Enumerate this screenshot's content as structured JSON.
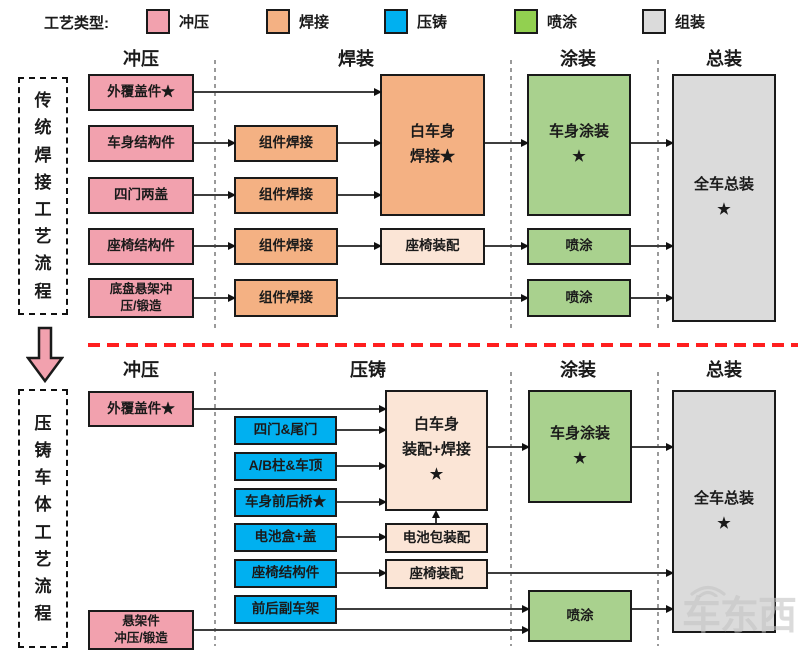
{
  "legend": {
    "title": "工艺类型:",
    "items": [
      {
        "label": "冲压",
        "color": "#F2A1AE"
      },
      {
        "label": "焊接",
        "color": "#F4B183"
      },
      {
        "label": "压铸",
        "color": "#00B0F0"
      },
      {
        "label": "喷涂",
        "color": "#92D050"
      },
      {
        "label": "组装",
        "color": "#DBDBDB"
      }
    ]
  },
  "colors": {
    "stamping": "#F2A1AE",
    "welding": "#F4B183",
    "casting": "#00B0F0",
    "painting": "#A9D18E",
    "assembly": "#DBDBDB",
    "sub_assembly": "#FBE5D6",
    "divider_red": "#FF1F1F"
  },
  "top_flow": {
    "side_label": "传统焊接工艺流程",
    "headers": [
      "冲压",
      "焊装",
      "涂装",
      "总装"
    ],
    "nodes": {
      "outer_panels": "外覆盖件★",
      "body_structure": "车身结构件",
      "four_doors_two_lids": "四门两盖",
      "seat_structure": "座椅结构件",
      "chassis_suspension": "底盘悬架冲\n压/锻造",
      "comp_weld_1": "组件焊接",
      "comp_weld_2": "组件焊接",
      "comp_weld_3": "组件焊接",
      "comp_weld_4": "组件焊接",
      "biw_welding": "白车身\n焊接★",
      "seat_assembly": "座椅装配",
      "body_painting": "车身涂装\n★",
      "spray_1": "喷涂",
      "spray_2": "喷涂",
      "final_assembly": "全车总装\n★"
    }
  },
  "bottom_flow": {
    "side_label": "压铸车体工艺流程",
    "headers": [
      "冲压",
      "压铸",
      "涂装",
      "总装"
    ],
    "nodes": {
      "outer_panels": "外覆盖件★",
      "four_doors_tailgate": "四门&尾门",
      "ab_pillars_roof": "A/B柱&车顶",
      "body_front_rear_axle": "车身前后桥★",
      "battery_box_cover": "电池盒+盖",
      "seat_structure": "座椅结构件",
      "front_rear_subframe": "前后副车架",
      "suspension_stamping": "悬架件\n冲压/锻造",
      "biw_assembly_welding": "白车身\n装配+焊接\n★",
      "battery_pack_assembly": "电池包装配",
      "seat_assembly": "座椅装配",
      "body_painting": "车身涂装\n★",
      "spray": "喷涂",
      "final_assembly": "全车总装\n★"
    }
  },
  "watermark": {
    "text": "车东西"
  }
}
